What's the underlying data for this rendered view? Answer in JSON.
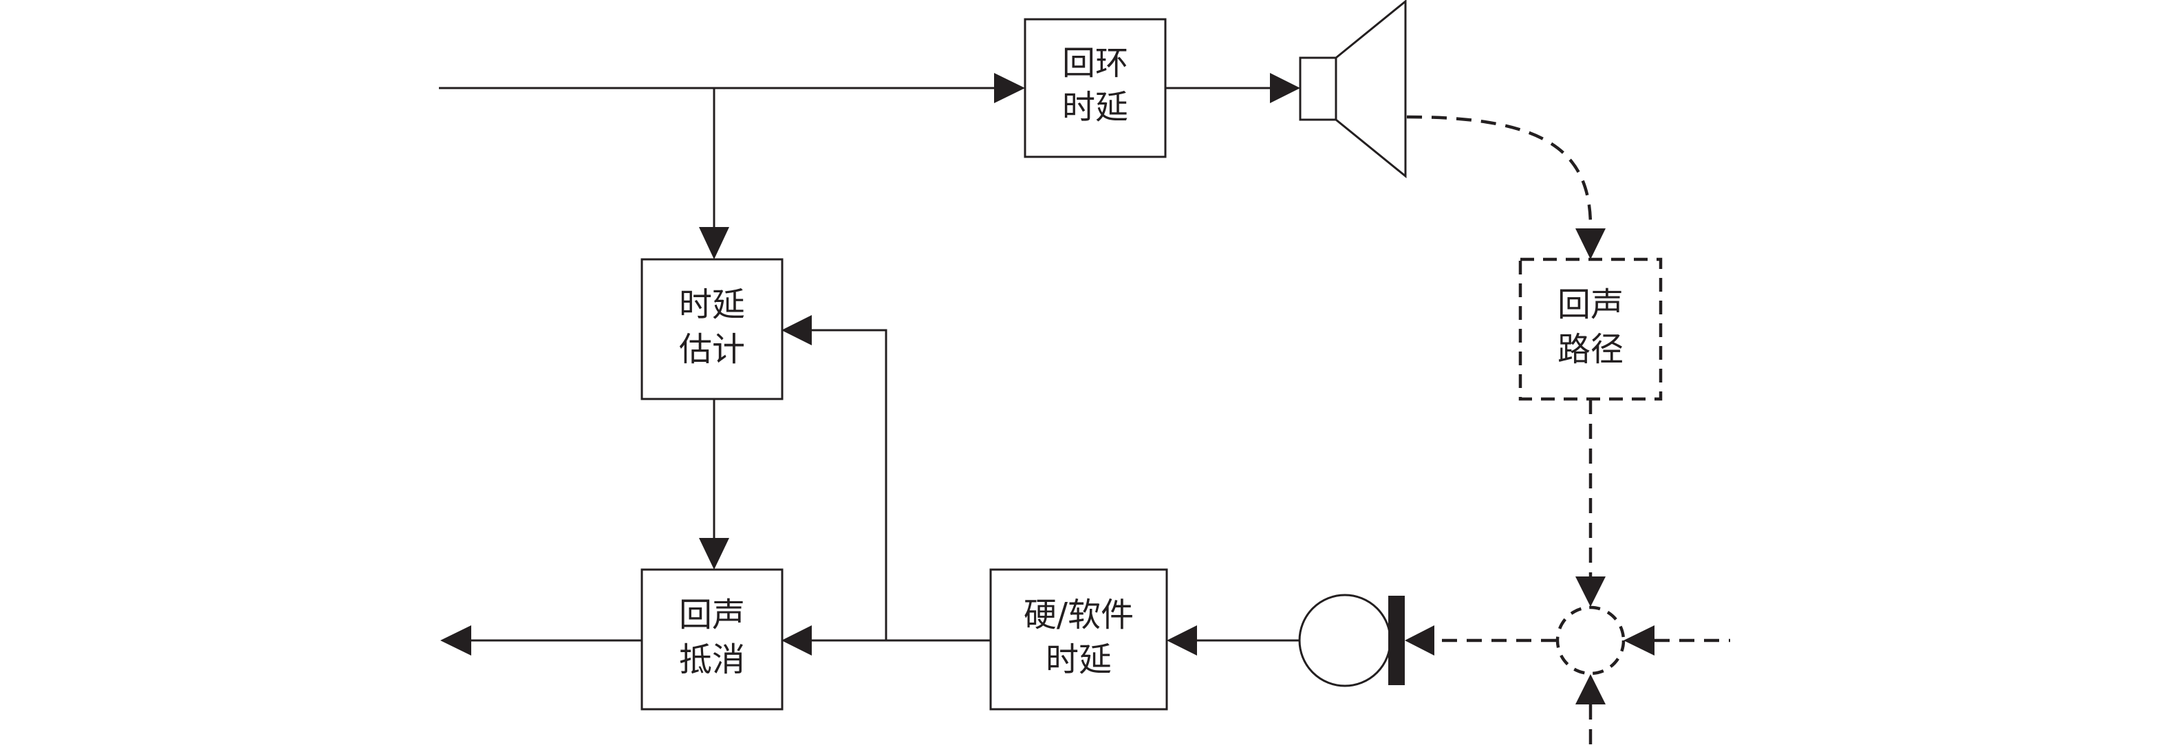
{
  "colors": {
    "line": "#231f20",
    "background": "#ffffff"
  },
  "blocks": {
    "loop_delay": {
      "line1": "回环",
      "line2": "时延"
    },
    "delay_estimation": {
      "line1": "时延",
      "line2": "估计"
    },
    "echo_cancellation": {
      "line1": "回声",
      "line2": "抵消"
    },
    "hw_sw_delay": {
      "line1": "硬/软件",
      "line2": "时延"
    },
    "echo_path": {
      "line1": "回声",
      "line2": "路径"
    }
  },
  "icons": {
    "speaker": "speaker-icon",
    "microphone": "microphone-icon",
    "summing_junction": "summing-junction-icon"
  }
}
